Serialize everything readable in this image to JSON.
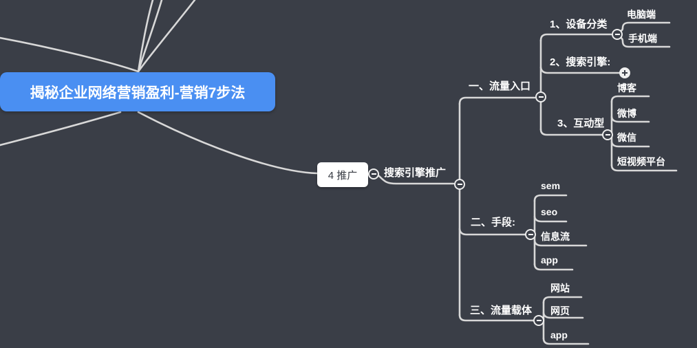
{
  "colors": {
    "background": "#3a3e47",
    "line": "#d8d8d8",
    "root_bg": "#4a8ff2",
    "node_bg": "#ffffff",
    "text": "#ffffff",
    "node_text": "#363a42",
    "handle_border": "#ededed"
  },
  "icons": {
    "collapse": "minus-circle",
    "expand": "plus-circle"
  },
  "mindmap": {
    "root": {
      "label": "揭秘企业网络营销盈利-营销7步法"
    },
    "promotion": {
      "label": "4 推广"
    },
    "sem_promotion": {
      "label": "搜索引擎推广"
    },
    "entry": {
      "label": "一、流量入口"
    },
    "device": {
      "label": "1、设备分类"
    },
    "pc": {
      "label": "电脑端"
    },
    "mobile": {
      "label": "手机端"
    },
    "search_engine": {
      "label": "2、搜索引擎:"
    },
    "interactive": {
      "label": "3、互动型"
    },
    "blog": {
      "label": "博客"
    },
    "weibo": {
      "label": "微博"
    },
    "wechat": {
      "label": "微信"
    },
    "short_video": {
      "label": "短视频平台"
    },
    "methods": {
      "label": "二、手段:"
    },
    "sem": {
      "label": "sem"
    },
    "seo": {
      "label": "seo"
    },
    "feed": {
      "label": "信息流"
    },
    "app_method": {
      "label": "app"
    },
    "carrier": {
      "label": "三、流量载体"
    },
    "website": {
      "label": "网站"
    },
    "webpage": {
      "label": "网页"
    },
    "app_carrier": {
      "label": "app"
    }
  }
}
